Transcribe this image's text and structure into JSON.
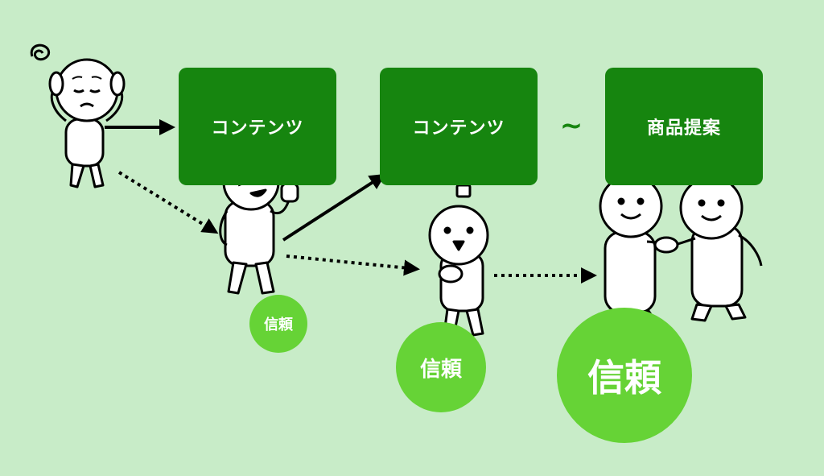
{
  "flow": {
    "step1_label": "コンテンツ",
    "step2_label": "コンテンツ",
    "separator": "~",
    "step3_label": "商品提案"
  },
  "trust": {
    "small": "信頼",
    "medium": "信頼",
    "large": "信頼"
  },
  "colors": {
    "background": "#c8ecc8",
    "box": "#16850f",
    "trust_circle": "#66d336"
  }
}
